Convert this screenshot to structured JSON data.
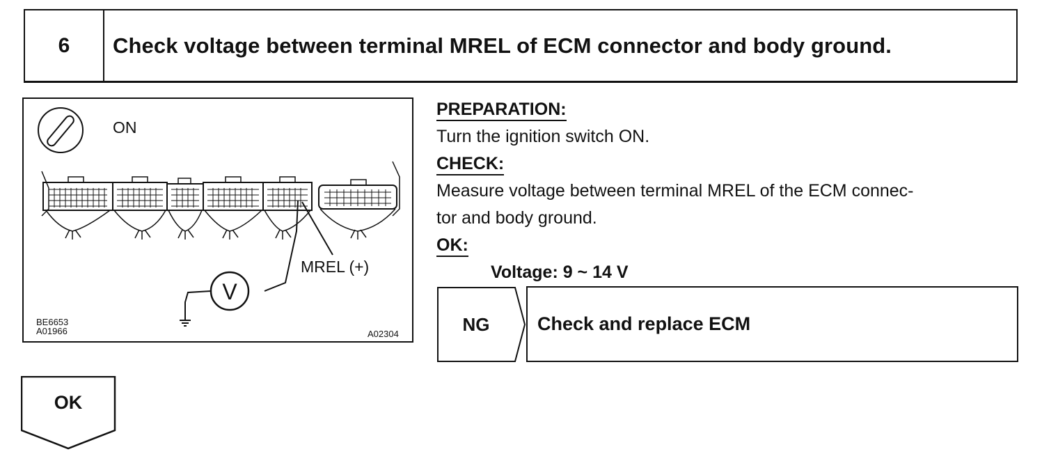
{
  "step": {
    "number": "6",
    "title": "Check voltage between terminal MREL of ECM connector and body ground."
  },
  "figure": {
    "switch_label": "ON",
    "terminal_label": "MREL (+)",
    "code_top": "BE6653",
    "code_bottom": "A01966",
    "code_right": "A02304",
    "meter_symbol": "V",
    "icons": [
      "ignition-key-icon",
      "ecm-connector-icon",
      "voltmeter-icon",
      "ground-icon"
    ]
  },
  "instructions": {
    "preparation_heading": "PREPARATION:",
    "preparation_text": "Turn the ignition switch ON.",
    "check_heading": "CHECK:",
    "check_line1": "Measure voltage between terminal MREL of the ECM connec-",
    "check_line2": "tor and body ground.",
    "ok_heading": "OK:",
    "ok_spec": "Voltage:  9 ~ 14 V"
  },
  "ng_result": {
    "tab_label": "NG",
    "action": "Check and replace ECM"
  },
  "ok_result": {
    "tab_label": "OK"
  }
}
